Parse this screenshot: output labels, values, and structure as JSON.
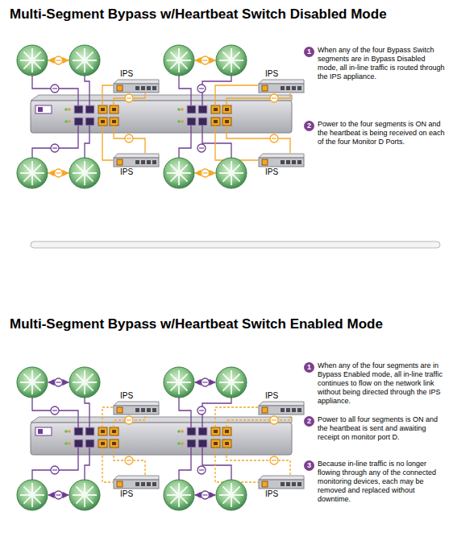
{
  "diagram": {
    "title": "Multi-Segment Bypass w/Heartbeat Switch Disabled Mode",
    "nodes": [
      {
        "text": [
          "IPS"
        ]
      },
      {
        "text": [
          "IPS"
        ]
      },
      {
        "text": [
          "IPS"
        ]
      },
      {
        "text": [
          "IPS"
        ]
      },
      {
        "text": [
          "IPS"
        ]
      },
      {
        "text": [
          "IPS"
        ]
      },
      {
        "text": [
          "IPS"
        ]
      },
      {
        "text": [
          "IPS"
        ]
      }
    ],
    "labels": [
      "1",
      "When any of the four Bypass Switch segments are in Bypass Disabled mode, all in-line traffic is routed through the IPS appliance.",
      "2",
      "Power to the four segments is ON and the heartbeat is being received on each of the four Monitor D Ports.",
      "Multi-Segment Bypass w/Heartbeat Switch Enabled Mode",
      "1",
      "When any of the four segments are in Bypass Enabled mode, all in-line traffic continues to flow on the network link without being directed through the IPS appliance.",
      "2",
      "Power to all four segments is ON and the heartbeat is sent and awaiting receipt on monitor port D.",
      "3",
      "Because in-line traffic is no longer flowing through any of the connected monitoring devices, each may be removed and replaced without downtime."
    ]
  }
}
